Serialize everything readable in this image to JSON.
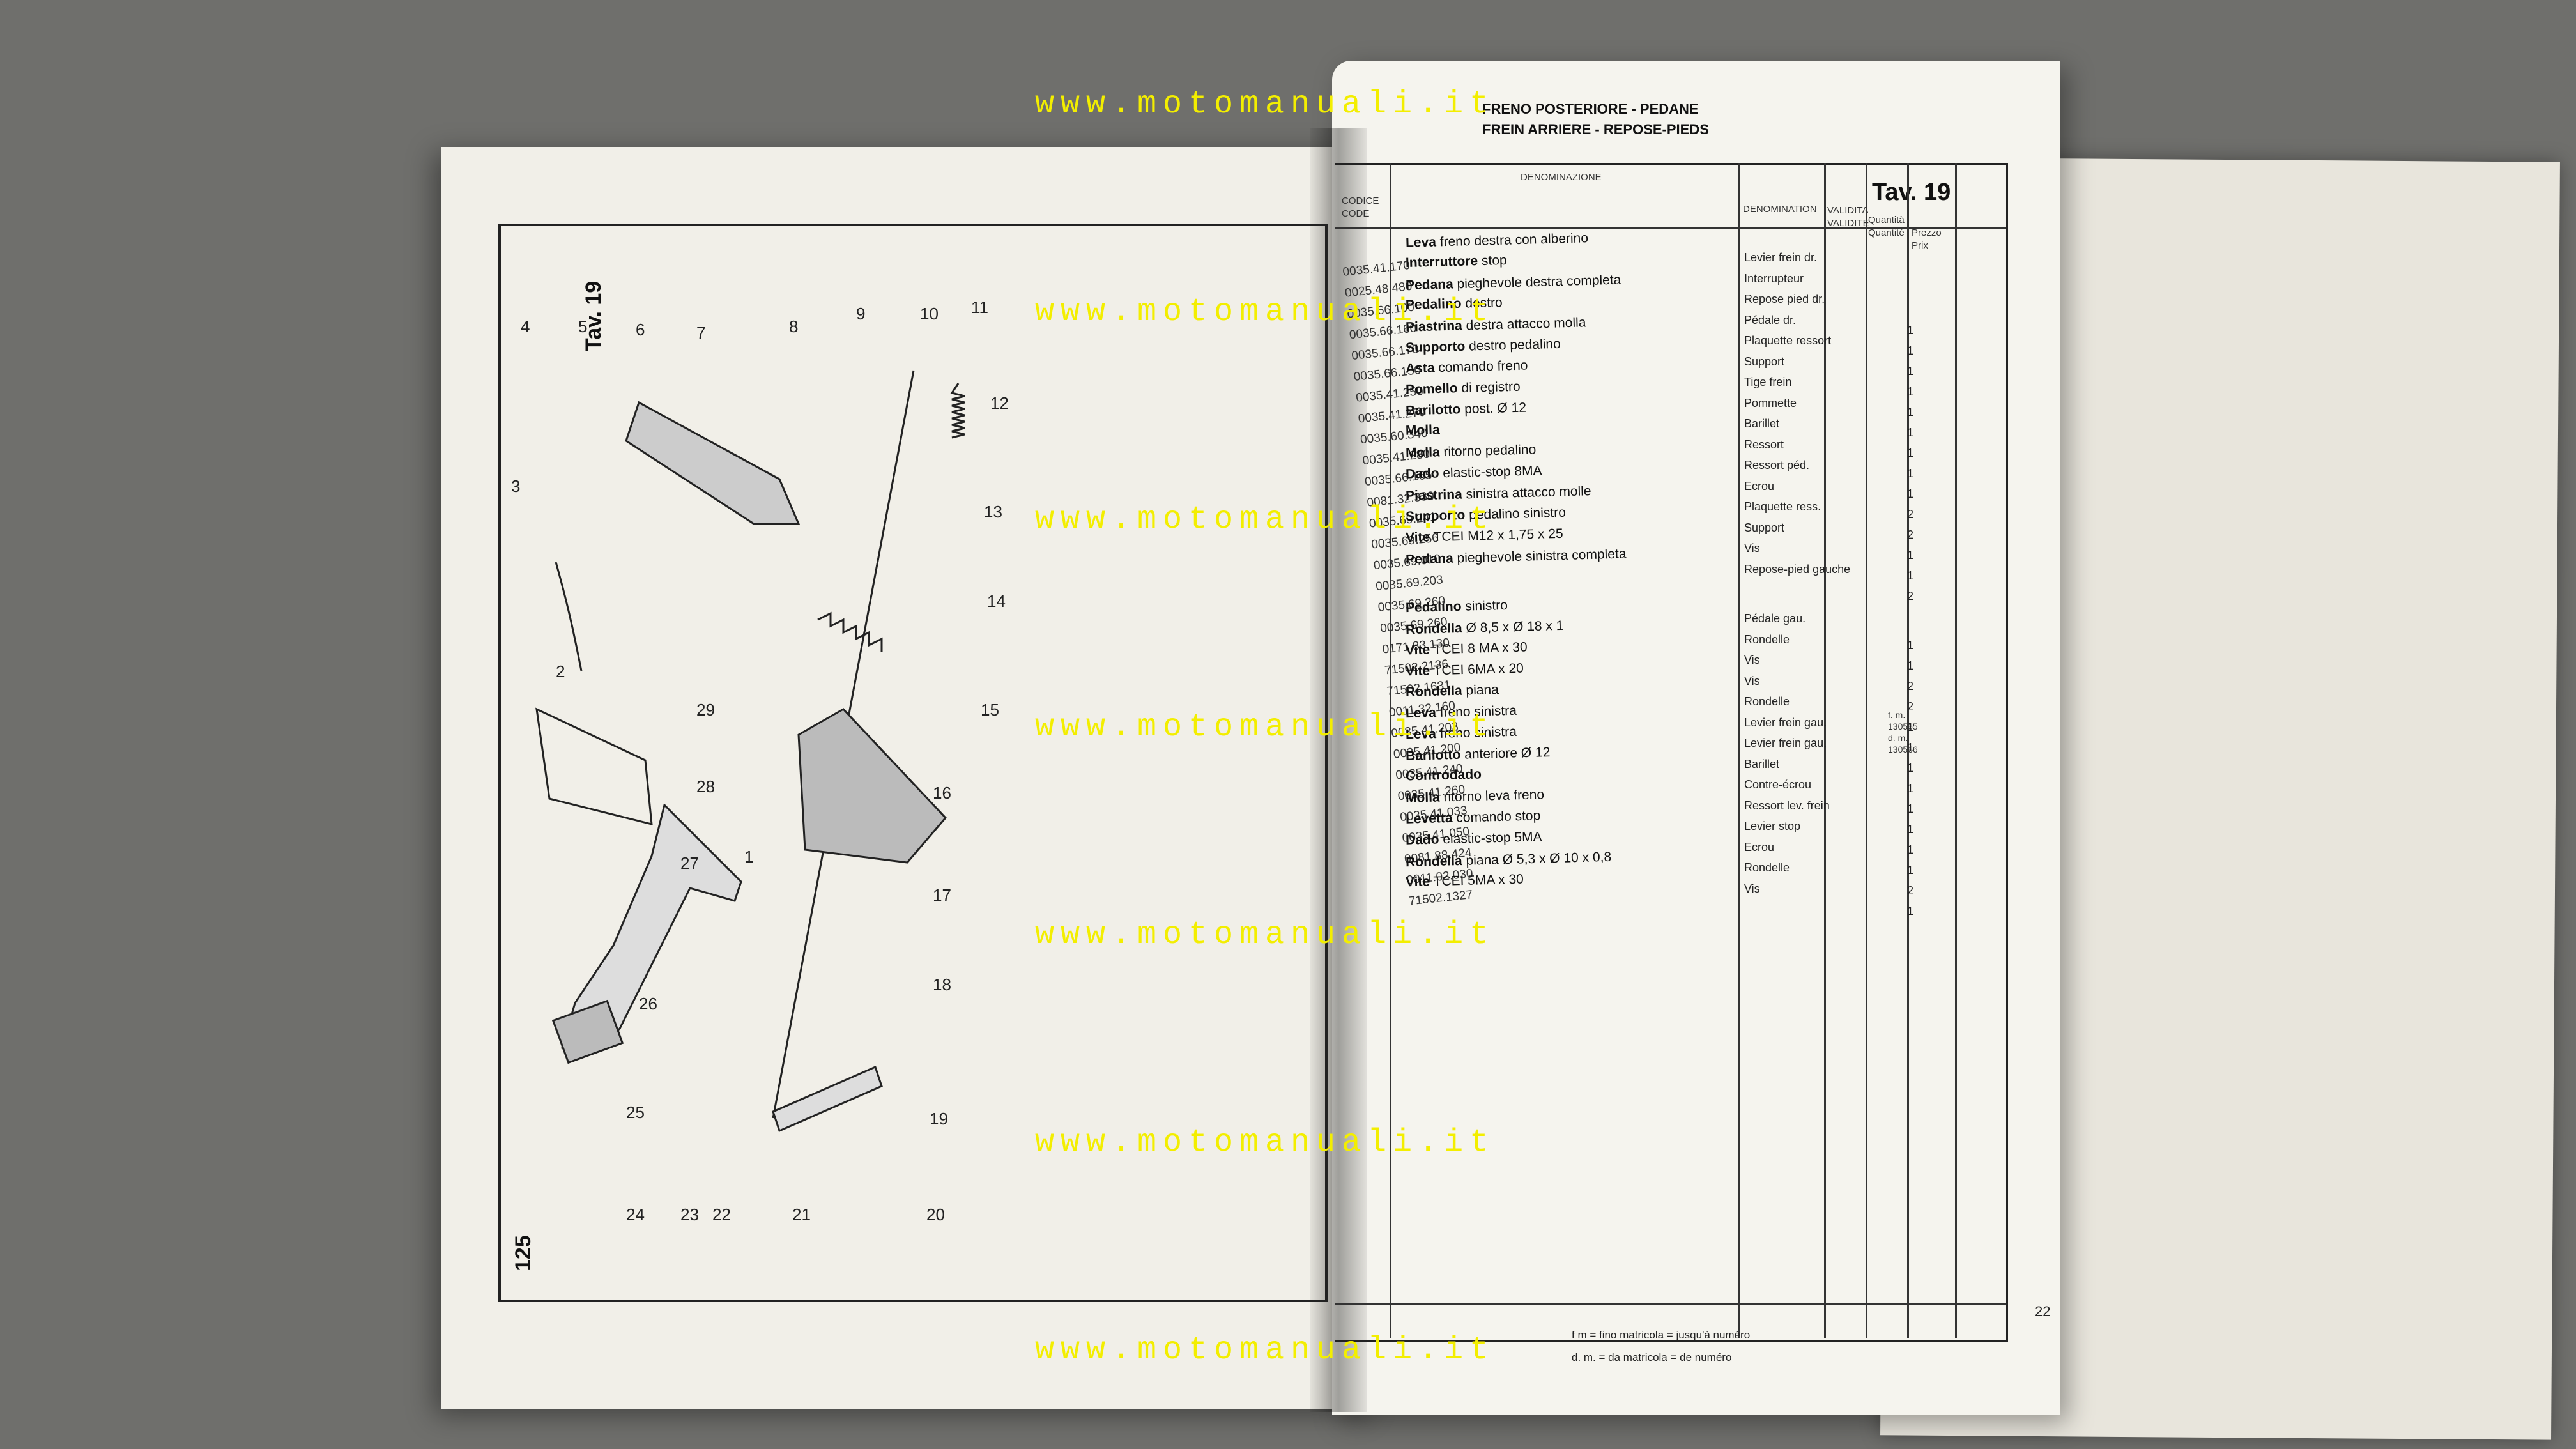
{
  "watermark": "www.motomanuali.it",
  "left_page": {
    "page_number": "125",
    "tav_label": "Tav. 19",
    "part_numbers": [
      "1",
      "2",
      "3",
      "4",
      "5",
      "6",
      "7",
      "8",
      "9",
      "10",
      "11",
      "12",
      "13",
      "14",
      "15",
      "16",
      "17",
      "18",
      "19",
      "20",
      "21",
      "22",
      "23",
      "24",
      "25",
      "26",
      "27",
      "28",
      "29"
    ]
  },
  "right_page": {
    "title_it": "FRENO POSTERIORE - PEDANE",
    "title_fr": "FREIN ARRIERE - REPOSE-PIEDS",
    "tav_label": "Tav. 19",
    "columns": {
      "code": "CODICE CODE",
      "denominazione": "DENOMINAZIONE",
      "denomination": "DENOMINATION",
      "validita": "VALIDITA VALIDITE",
      "quantita": "Quantità Quantité",
      "prezzo": "Prezzo Prix"
    },
    "codes": [
      "0035.41.170",
      "0025.48.480",
      "0035.66.100",
      "0035.66.160",
      "0035.66.170",
      "0035.66.150",
      "0035.41.250",
      "0035.41.270",
      "0035.60.340",
      "0035.41.280",
      "0035.66.165",
      "0081.32.330",
      "0035.69.241",
      "0035.69.256",
      "0035.69.010",
      "0035.69.203",
      "0035.69.260",
      "0035.69.260",
      "0171.83.130",
      "71502.2136",
      "71502.1631",
      "0011.32.160",
      "0035.41.203",
      "0035.41.200",
      "0035.41.240",
      "0035.41.260",
      "0035.41.033",
      "0035.41.050",
      "0081.88.424",
      "0011.02.030",
      "71502.1327"
    ],
    "rows": [
      {
        "bold": "Leva",
        "rest": " freno destra con alberino",
        "fr": "Levier frein dr.",
        "qty": ""
      },
      {
        "bold": "Interruttore",
        "rest": " stop",
        "fr": "Interrupteur",
        "qty": ""
      },
      {
        "bold": "Pedana",
        "rest": " pieghevole destra completa",
        "fr": "Repose pied dr.",
        "qty": "1"
      },
      {
        "bold": "Pedalino",
        "rest": " destro",
        "fr": "Pédale dr.",
        "qty": "1"
      },
      {
        "bold": "Piastrina",
        "rest": " destra attacco molla",
        "fr": "Plaquette ressort",
        "qty": "1"
      },
      {
        "bold": "Supporto",
        "rest": " destro pedalino",
        "fr": "Support",
        "qty": "1"
      },
      {
        "bold": "Asta",
        "rest": " comando freno",
        "fr": "Tige frein",
        "qty": "1"
      },
      {
        "bold": "Pomello",
        "rest": " di registro",
        "fr": "Pommette",
        "qty": "1"
      },
      {
        "bold": "Barilotto",
        "rest": " post. Ø 12",
        "fr": "Barillet",
        "qty": "1"
      },
      {
        "bold": "Molla",
        "rest": "",
        "fr": "Ressort",
        "qty": "1"
      },
      {
        "bold": "Molla",
        "rest": " ritorno pedalino",
        "fr": "Ressort péd.",
        "qty": "1"
      },
      {
        "bold": "Dado",
        "rest": " elastic-stop 8MA",
        "fr": "Ecrou",
        "qty": "2"
      },
      {
        "bold": "Piastrina",
        "rest": " sinistra attacco molle",
        "fr": "Plaquette ress.",
        "qty": "2"
      },
      {
        "bold": "Supporto",
        "rest": " pedalino sinistro",
        "fr": "Support",
        "qty": "1"
      },
      {
        "bold": "Vite",
        "rest": " TCEI M12 x 1,75 x 25",
        "fr": "Vis",
        "qty": "1"
      },
      {
        "bold": "Pedana",
        "rest": " pieghevole sinistra completa",
        "fr": "Repose-pied gauche",
        "qty": "2"
      },
      {
        "bold": "Pedalino",
        "rest": " sinistro",
        "fr": "Pédale gau.",
        "qty": "1"
      },
      {
        "bold": "Rondella",
        "rest": " Ø 8,5 x Ø 18 x 1",
        "fr": "Rondelle",
        "qty": "1"
      },
      {
        "bold": "Vite",
        "rest": " TCEI 8 MA x 30",
        "fr": "Vis",
        "qty": "2"
      },
      {
        "bold": "Vite",
        "rest": " TCEI 6MA x 20",
        "fr": "Vis",
        "qty": "2"
      },
      {
        "bold": "Rondella",
        "rest": " piana",
        "fr": "Rondelle",
        "qty": "1"
      },
      {
        "bold": "Leva",
        "rest": " freno sinistra",
        "fr": "Levier frein gau.",
        "qty": "1"
      },
      {
        "bold": "Leva",
        "rest": " freno sinistra",
        "fr": "Levier frein gau.",
        "qty": "1"
      },
      {
        "bold": "Barilotto",
        "rest": " anteriore Ø 12",
        "fr": "Barillet",
        "qty": "1"
      },
      {
        "bold": "Controdado",
        "rest": "",
        "fr": "Contre-écrou",
        "qty": "1"
      },
      {
        "bold": "Molla",
        "rest": " ritorno leva freno",
        "fr": "Ressort lev. frein",
        "qty": "1"
      },
      {
        "bold": "Levetta",
        "rest": " comando stop",
        "fr": "Levier stop",
        "qty": "1"
      },
      {
        "bold": "Dado",
        "rest": " elastic-stop 5MA",
        "fr": "Ecrou",
        "qty": "1"
      },
      {
        "bold": "Rondella",
        "rest": " piana Ø 5,3 x Ø 10 x 0,8",
        "fr": "Rondelle",
        "qty": "2"
      },
      {
        "bold": "Vite",
        "rest": " TCEI 5MA x 30",
        "fr": "Vis",
        "qty": "1"
      }
    ],
    "validity_notes": [
      "f. m.",
      "130565",
      "d. m.",
      "130566"
    ],
    "footer": {
      "line1": "f m = fino matricola = jusqu'à numéro",
      "line2": "d. m. = da matricola = de numéro"
    },
    "page_number": "22"
  }
}
